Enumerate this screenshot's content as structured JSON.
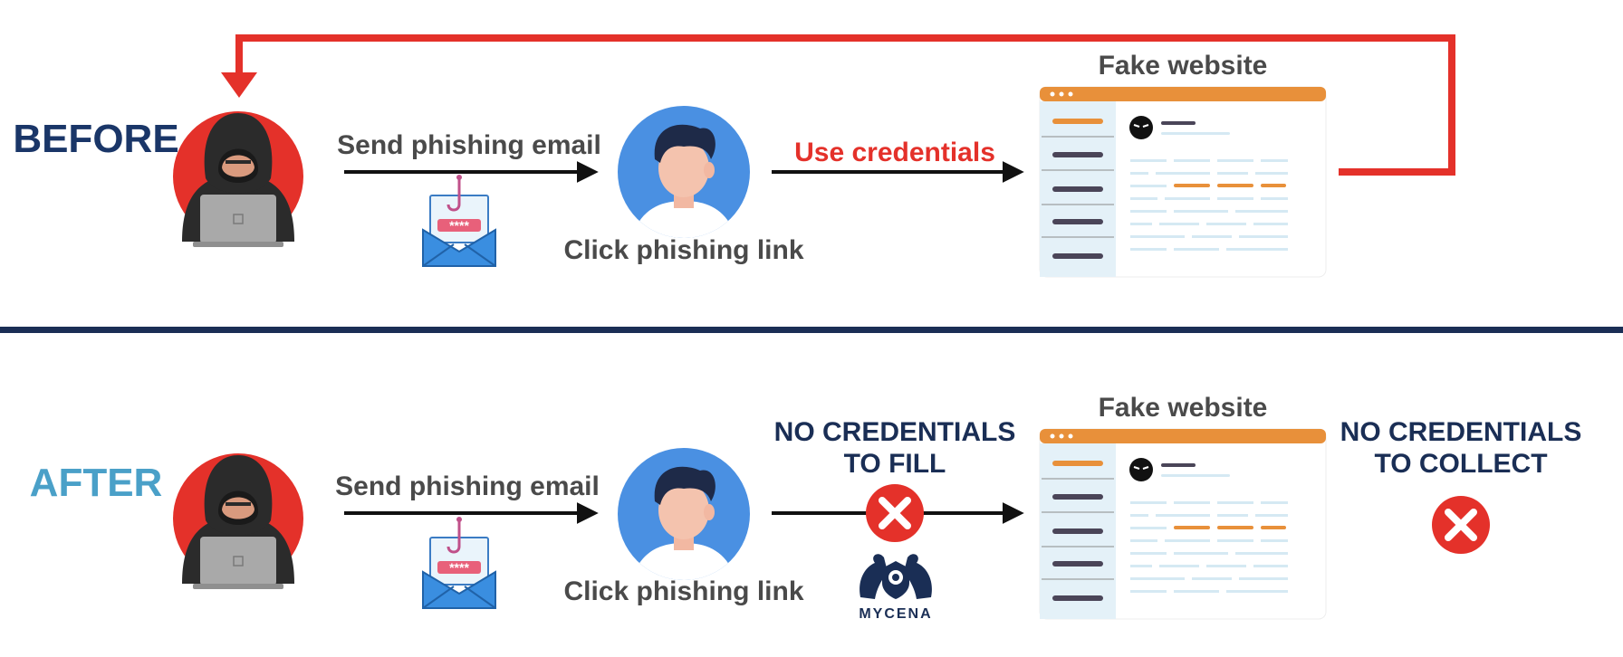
{
  "before": {
    "phase_label": "BEFORE",
    "step1_label": "Send phishing email",
    "step2_label": "Click phishing link",
    "step3_label": "Use credentials",
    "site_title": "Fake website"
  },
  "after": {
    "phase_label": "AFTER",
    "step1_label": "Send phishing email",
    "step2_label": "Click phishing link",
    "blocked_fill_line1": "NO CREDENTIALS",
    "blocked_fill_line2": "TO FILL",
    "site_title": "Fake website",
    "blocked_collect_line1": "NO CREDENTIALS",
    "blocked_collect_line2": "TO COLLECT",
    "brand_name": "MYCENA"
  },
  "colors": {
    "before_label": "#1a3668",
    "after_label": "#4aa0c8",
    "accent_red": "#e4312a",
    "divider": "#1a2e55",
    "site_header": "#e8903a",
    "avatar_blue": "#4a90e2"
  },
  "icons": [
    "hacker-icon",
    "phishing-email-icon",
    "user-avatar-icon",
    "fake-website-icon",
    "blocked-x-icon",
    "mycena-logo-icon"
  ]
}
